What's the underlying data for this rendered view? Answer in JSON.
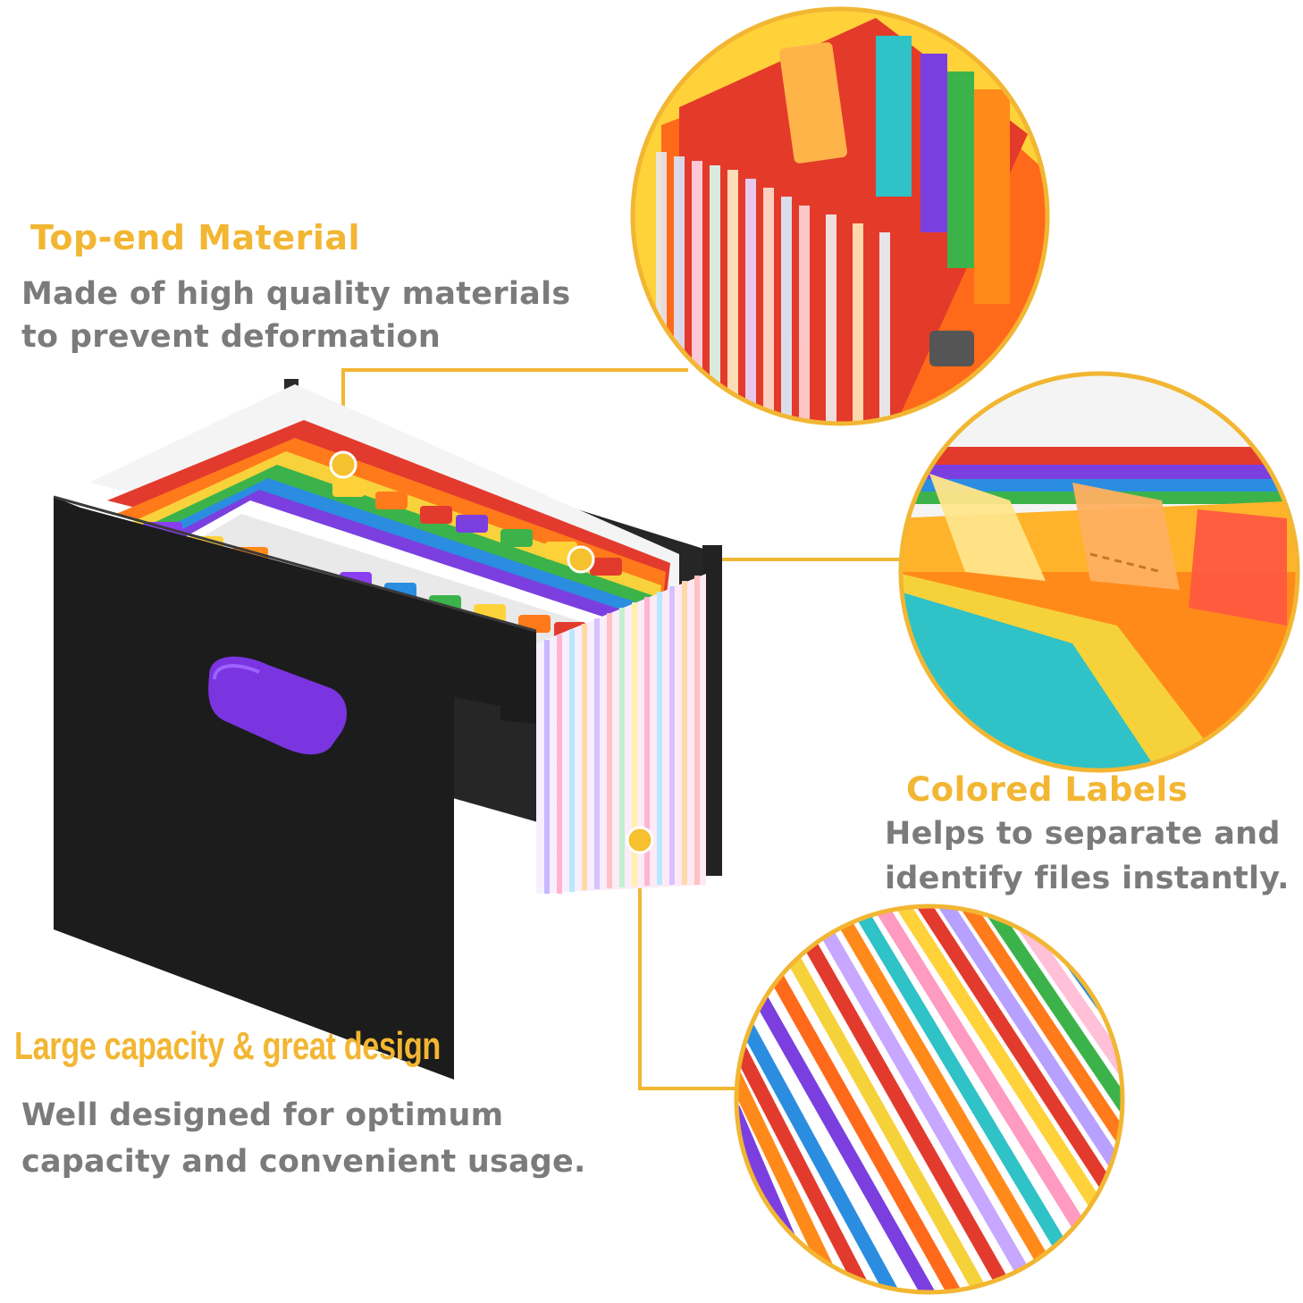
{
  "features": [
    {
      "title": "Top-end Material",
      "lines": [
        "Made of high quality materials",
        "to prevent deformation"
      ]
    },
    {
      "title": "Colored Labels",
      "lines": [
        "Helps to separate and",
        "identify files instantly."
      ]
    },
    {
      "title": "Large capacity & great design",
      "lines": [
        "Well designed for optimum",
        "capacity and convenient usage."
      ]
    }
  ],
  "colors": {
    "accent": "#f2b632",
    "text_gray": "#7b7b7b",
    "folder_black": "#1c1c1c"
  },
  "icons": [
    "file-organizer-product",
    "zoom-circle-material",
    "zoom-circle-labels",
    "zoom-circle-capacity"
  ]
}
